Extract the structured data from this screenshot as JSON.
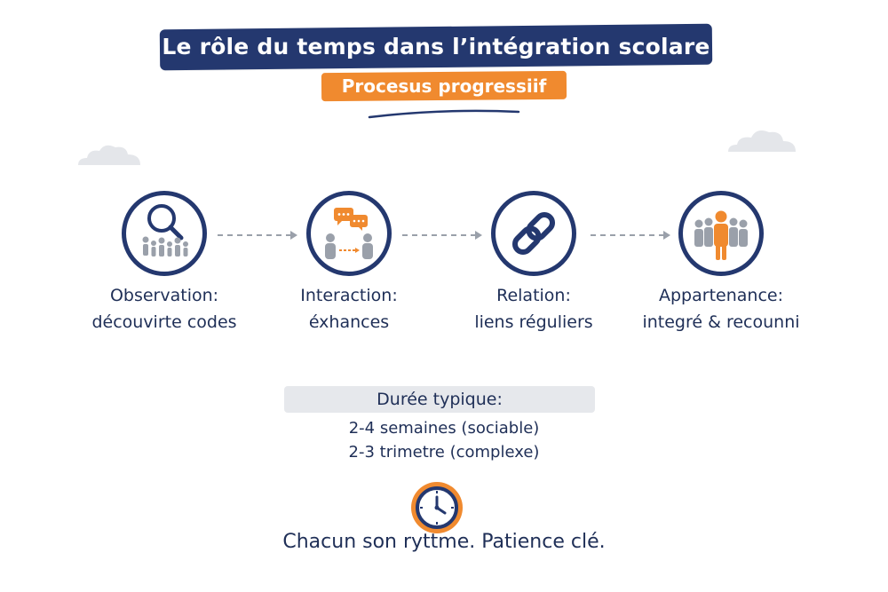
{
  "header": {
    "title": "Le rôle du temps dans l’intégration scolare",
    "subtitle": "Procesus progressiif"
  },
  "steps": [
    {
      "line1": "Observation:",
      "line2": "découvirte codes",
      "icon": "magnifier-people-icon"
    },
    {
      "line1": "Interaction:",
      "line2": "éxhances",
      "icon": "chat-people-icon"
    },
    {
      "line1": "Relation:",
      "line2": "liens réguliers",
      "icon": "chain-link-icon"
    },
    {
      "line1": "Appartenance:",
      "line2": "integré & recounni",
      "icon": "group-highlight-icon"
    }
  ],
  "duration": {
    "title": "Durée typique:",
    "line1": "2-4 semaines (sociable)",
    "line2": "2-3 trimetre (complexe)",
    "icon": "clock-icon"
  },
  "footer": {
    "text": "Chacun son ryttme. Patience clé."
  },
  "colors": {
    "navy": "#24386f",
    "orange": "#f08a2f",
    "gray": "#9aa0aa",
    "light_gray": "#e6e8ec"
  }
}
